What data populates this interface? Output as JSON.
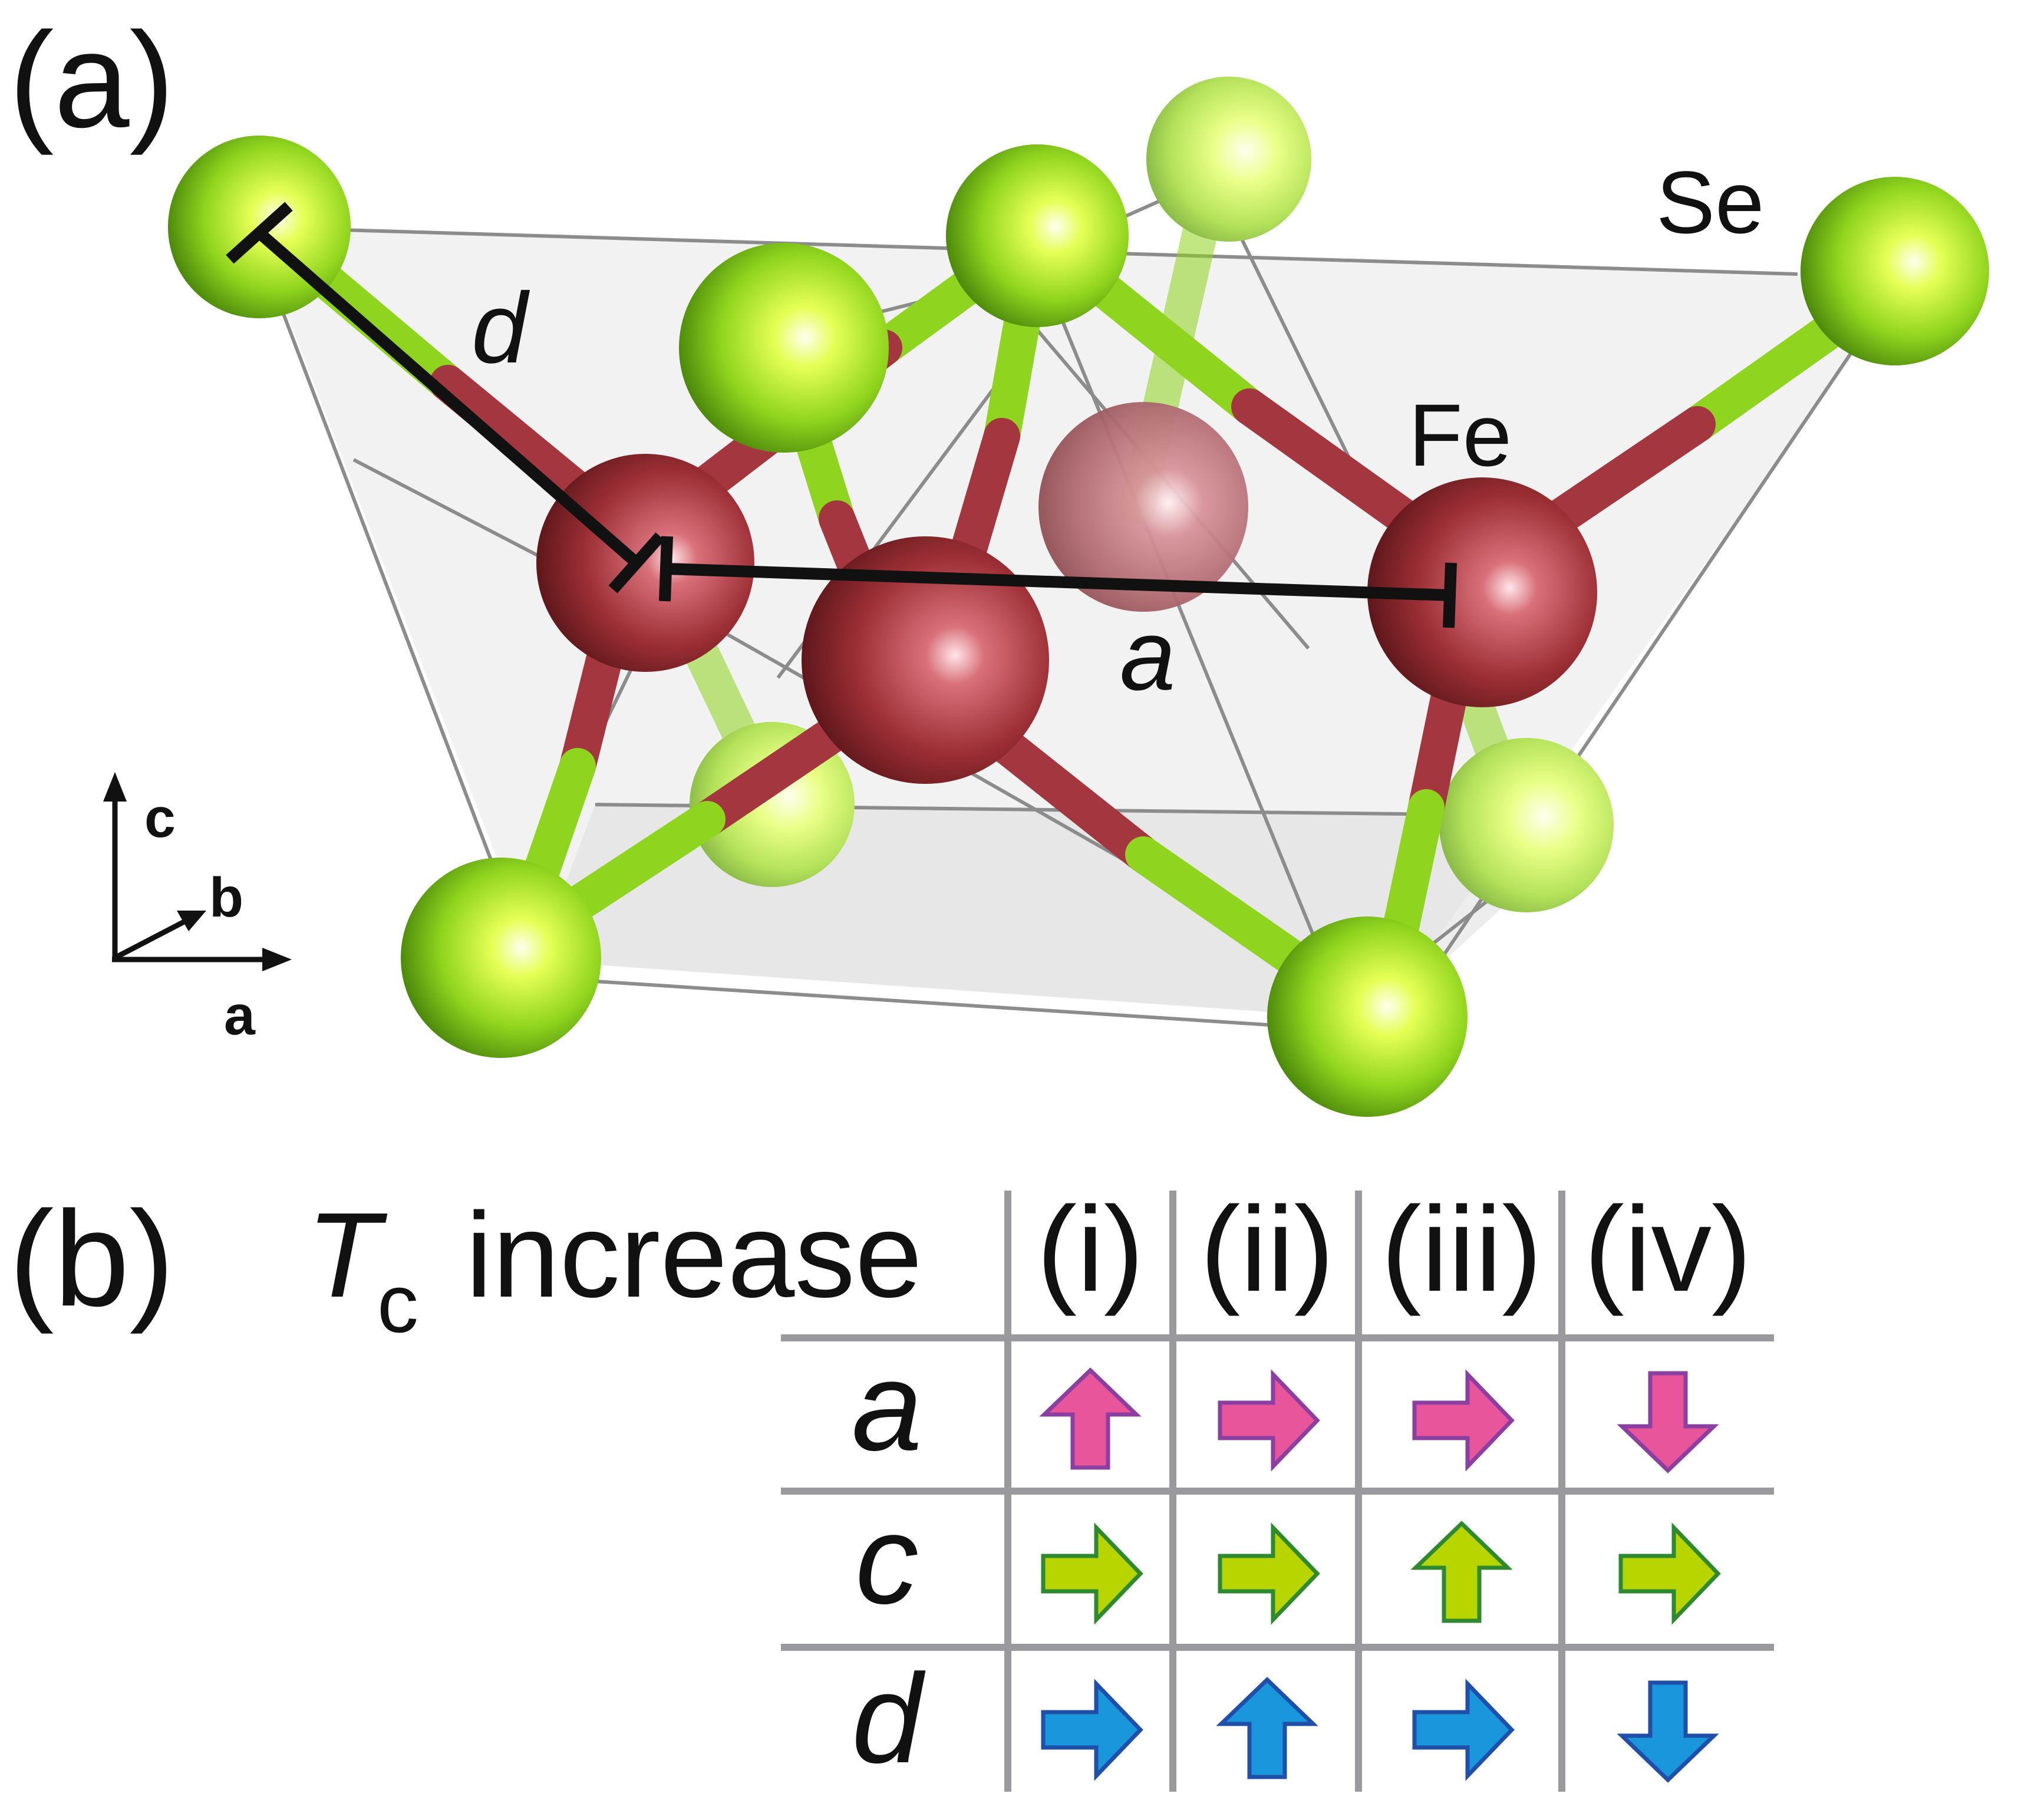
{
  "panel_a": {
    "label": "(a)",
    "labels": {
      "se": "Se",
      "fe": "Fe",
      "dim_d": "d",
      "dim_a": "a"
    },
    "axes": {
      "c": "c",
      "b": "b",
      "a": "a"
    },
    "colors": {
      "se": "#8fd41e",
      "fe": "#a3363e",
      "cell_face": "#e6e6e6",
      "cell_edge": "#8c8c8c"
    }
  },
  "panel_b": {
    "label": "(b)",
    "tc_symbol": "T",
    "tc_subscript": "c",
    "tc_text": "increase",
    "columns": [
      "(i)",
      "(ii)",
      "(iii)",
      "(iv)"
    ],
    "rows": [
      {
        "label": "a",
        "fill": "#e8559a",
        "stroke": "#8b3fa0",
        "directions": [
          "up",
          "right",
          "right",
          "down"
        ]
      },
      {
        "label": "c",
        "fill": "#b8d500",
        "stroke": "#2f8a2f",
        "directions": [
          "right",
          "right",
          "up",
          "right"
        ]
      },
      {
        "label": "d",
        "fill": "#1a96dc",
        "stroke": "#1f4fa8",
        "directions": [
          "right",
          "up",
          "right",
          "down"
        ]
      }
    ]
  }
}
